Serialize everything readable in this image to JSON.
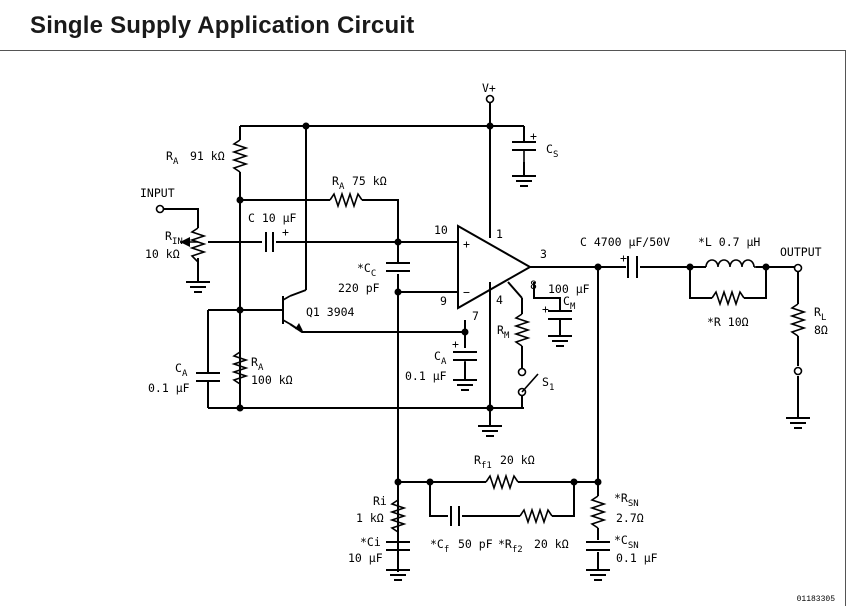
{
  "title": "Single Supply Application Circuit",
  "doc_id": "01183305",
  "labels": {
    "vplus": "V+",
    "input": "INPUT",
    "output": "OUTPUT",
    "cs": "C",
    "cs_sub": "S",
    "ra_top": "R",
    "ra_top_sub": "A",
    "ra_top_val": "91 kΩ",
    "ra_fb": "R",
    "ra_fb_sub": "A",
    "ra_fb_val": "75 kΩ",
    "c_in": "C 10 μF",
    "rin": "R",
    "rin_sub": "IN",
    "rin_val": "10 kΩ",
    "cc": "*C",
    "cc_sub": "C",
    "cc_val": "220 pF",
    "q1": "Q1 3904",
    "ca_left": "C",
    "ca_left_sub": "A",
    "ca_left_val": "0.1 μF",
    "ra_bot": "R",
    "ra_bot_sub": "A",
    "ra_bot_val": "100 kΩ",
    "ca_mid": "C",
    "ca_mid_sub": "A",
    "ca_mid_val": "0.1 μF",
    "cm_val": "100 μF",
    "cm": "C",
    "cm_sub": "M",
    "rm": "R",
    "rm_sub": "M",
    "s1": "S",
    "s1_sub": "1",
    "cout": "C 4700 μF/50V",
    "l": "*L 0.7 μH",
    "r_l": "*R 10Ω",
    "rl": "R",
    "rl_sub": "L",
    "rl_val": "8Ω",
    "rf1": "R",
    "rf1_sub": "f1",
    "rf1_val": "20 kΩ",
    "ri": "Ri",
    "ri_val": "1 kΩ",
    "ci": "*Ci",
    "ci_val": "10 μF",
    "cf": "*C",
    "cf_sub": "f",
    "cf_val": "50 pF",
    "rf2": "*R",
    "rf2_sub": "f2",
    "rf2_val": "20 kΩ",
    "rsn": "*R",
    "rsn_sub": "SN",
    "rsn_val": "2.7Ω",
    "csn": "*C",
    "csn_sub": "SN",
    "csn_val": "0.1 μF",
    "pin_1": "1",
    "pin_3": "3",
    "pin_4": "4",
    "pin_7": "7",
    "pin_8": "8",
    "pin_9": "9",
    "pin_10": "10",
    "plus": "+",
    "minus": "−"
  }
}
